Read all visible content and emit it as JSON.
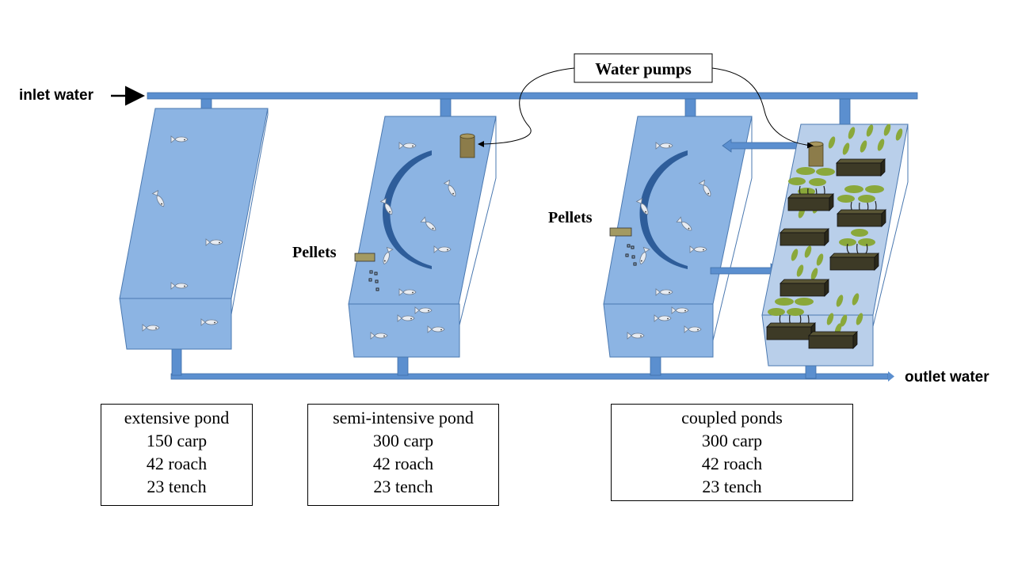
{
  "labels": {
    "inlet": "inlet water",
    "outlet": "outlet water",
    "pumps": "Water pumps",
    "pellets": "Pellets"
  },
  "ponds": [
    {
      "title": "extensive pond",
      "lines": [
        "150 carp",
        "42 roach",
        "23 tench"
      ]
    },
    {
      "title": "semi-intensive pond",
      "lines": [
        "300 carp",
        "42 roach",
        "23 tench"
      ]
    },
    {
      "title": "coupled ponds",
      "lines": [
        "300 carp",
        "42 roach",
        "23 tench"
      ]
    }
  ],
  "colors": {
    "pipe": "#5b8fcf",
    "water": "#8cb4e3",
    "water_light": "#b9cfea",
    "pond_edge": "#4a78b0",
    "plant_box": "#3d3a26",
    "leaf": "#8aa83a",
    "pump": "#8c7c4a",
    "pellet": "#a39a62"
  }
}
